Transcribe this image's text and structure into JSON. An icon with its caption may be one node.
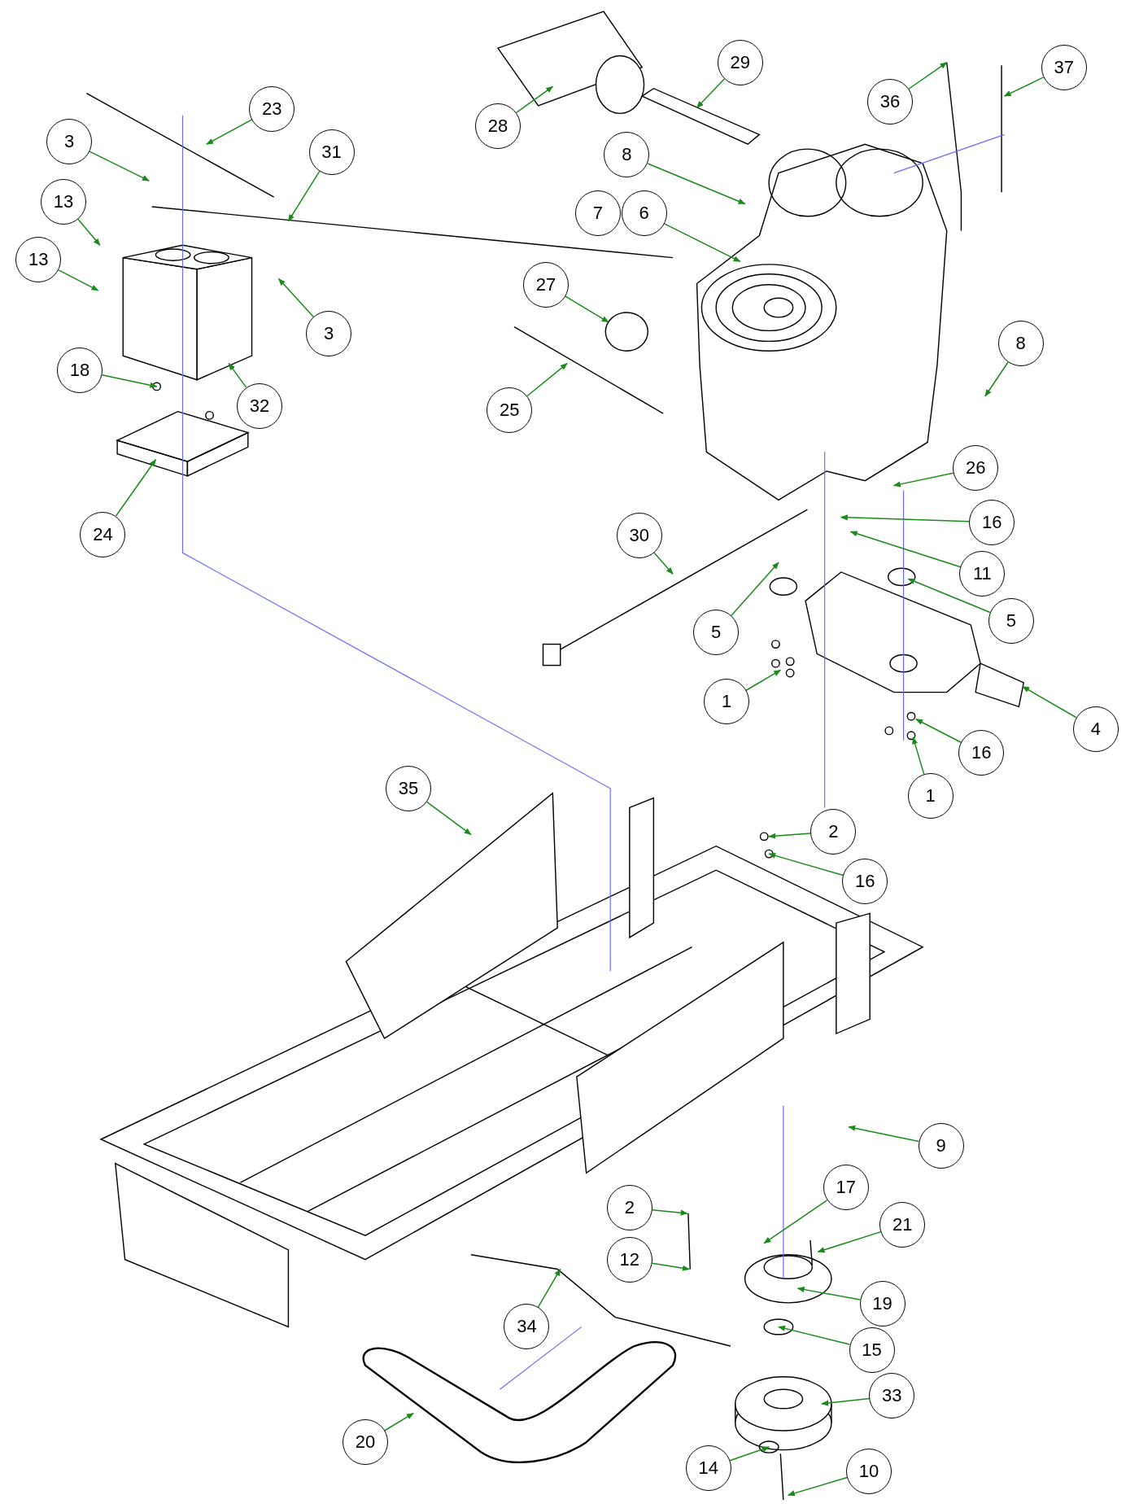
{
  "diagram": {
    "nodes": [
      {
        "text": [
          "23"
        ]
      },
      {
        "text": [
          "31"
        ]
      },
      {
        "text": [
          "3"
        ]
      },
      {
        "text": [
          "28"
        ]
      },
      {
        "text": [
          "29"
        ]
      },
      {
        "text": [
          "36"
        ]
      },
      {
        "text": [
          "37"
        ]
      },
      {
        "text": [
          "8"
        ]
      },
      {
        "text": [
          "13"
        ]
      },
      {
        "text": [
          "7"
        ]
      },
      {
        "text": [
          "6"
        ]
      },
      {
        "text": [
          "13"
        ]
      },
      {
        "text": [
          "27"
        ]
      },
      {
        "text": [
          "3"
        ]
      },
      {
        "text": [
          "8"
        ]
      },
      {
        "text": [
          "18"
        ]
      },
      {
        "text": [
          "32"
        ]
      },
      {
        "text": [
          "25"
        ]
      },
      {
        "text": [
          "26"
        ]
      },
      {
        "text": [
          "24"
        ]
      },
      {
        "text": [
          "16"
        ]
      },
      {
        "text": [
          "30"
        ]
      },
      {
        "text": [
          "11"
        ]
      },
      {
        "text": [
          "5"
        ]
      },
      {
        "text": [
          "5"
        ]
      },
      {
        "text": [
          "1"
        ]
      },
      {
        "text": [
          "4"
        ]
      },
      {
        "text": [
          "16"
        ]
      },
      {
        "text": [
          "1"
        ]
      },
      {
        "text": [
          "35"
        ]
      },
      {
        "text": [
          "2"
        ]
      },
      {
        "text": [
          "16"
        ]
      },
      {
        "text": [
          "9"
        ]
      },
      {
        "text": [
          "17"
        ]
      },
      {
        "text": [
          "2"
        ]
      },
      {
        "text": [
          "21"
        ]
      },
      {
        "text": [
          "12"
        ]
      },
      {
        "text": [
          "19"
        ]
      },
      {
        "text": [
          "34"
        ]
      },
      {
        "text": [
          "15"
        ]
      },
      {
        "text": [
          "33"
        ]
      },
      {
        "text": [
          "20"
        ]
      },
      {
        "text": [
          "14"
        ]
      },
      {
        "text": [
          "10"
        ]
      }
    ],
    "edges": [
      {
        "from": 0,
        "to": null,
        "arrow": "to"
      },
      {
        "from": 1,
        "to": null,
        "arrow": "to"
      },
      {
        "from": 2,
        "to": null,
        "arrow": "to"
      },
      {
        "from": 3,
        "to": null,
        "arrow": "to"
      },
      {
        "from": 4,
        "to": null,
        "arrow": "to"
      },
      {
        "from": 5,
        "to": null,
        "arrow": "to"
      },
      {
        "from": 6,
        "to": null,
        "arrow": "to"
      },
      {
        "from": 7,
        "to": null,
        "arrow": "to"
      },
      {
        "from": 8,
        "to": null,
        "arrow": "to"
      },
      {
        "from": 10,
        "to": null,
        "arrow": "to"
      },
      {
        "from": 11,
        "to": null,
        "arrow": "to"
      },
      {
        "from": 12,
        "to": null,
        "arrow": "to"
      },
      {
        "from": 13,
        "to": null,
        "arrow": "to"
      },
      {
        "from": 14,
        "to": null,
        "arrow": "to"
      },
      {
        "from": 15,
        "to": null,
        "arrow": "to"
      },
      {
        "from": 16,
        "to": null,
        "arrow": "to"
      },
      {
        "from": 17,
        "to": null,
        "arrow": "to"
      },
      {
        "from": 18,
        "to": null,
        "arrow": "to"
      },
      {
        "from": 19,
        "to": null,
        "arrow": "to"
      },
      {
        "from": 20,
        "to": null,
        "arrow": "to"
      },
      {
        "from": 21,
        "to": null,
        "arrow": "to"
      },
      {
        "from": 22,
        "to": null,
        "arrow": "to"
      },
      {
        "from": 23,
        "to": null,
        "arrow": "to"
      },
      {
        "from": 24,
        "to": null,
        "arrow": "to"
      },
      {
        "from": 25,
        "to": null,
        "arrow": "to"
      },
      {
        "from": 26,
        "to": null,
        "arrow": "to"
      },
      {
        "from": 27,
        "to": null,
        "arrow": "to"
      },
      {
        "from": 28,
        "to": null,
        "arrow": "to"
      },
      {
        "from": 29,
        "to": null,
        "arrow": "to"
      },
      {
        "from": 30,
        "to": null,
        "arrow": "to"
      },
      {
        "from": 31,
        "to": null,
        "arrow": "to"
      },
      {
        "from": 32,
        "to": null,
        "arrow": "to"
      },
      {
        "from": 33,
        "to": null,
        "arrow": "to"
      },
      {
        "from": 34,
        "to": null,
        "arrow": "to"
      },
      {
        "from": 35,
        "to": null,
        "arrow": "to"
      },
      {
        "from": 36,
        "to": null,
        "arrow": "to"
      },
      {
        "from": 37,
        "to": null,
        "arrow": "to"
      },
      {
        "from": 38,
        "to": null,
        "arrow": "to"
      },
      {
        "from": 39,
        "to": null,
        "arrow": "to"
      },
      {
        "from": 40,
        "to": null,
        "arrow": "to"
      },
      {
        "from": 41,
        "to": null,
        "arrow": "to"
      },
      {
        "from": 42,
        "to": null,
        "arrow": "to"
      },
      {
        "from": 43,
        "to": null,
        "arrow": "to"
      }
    ]
  }
}
